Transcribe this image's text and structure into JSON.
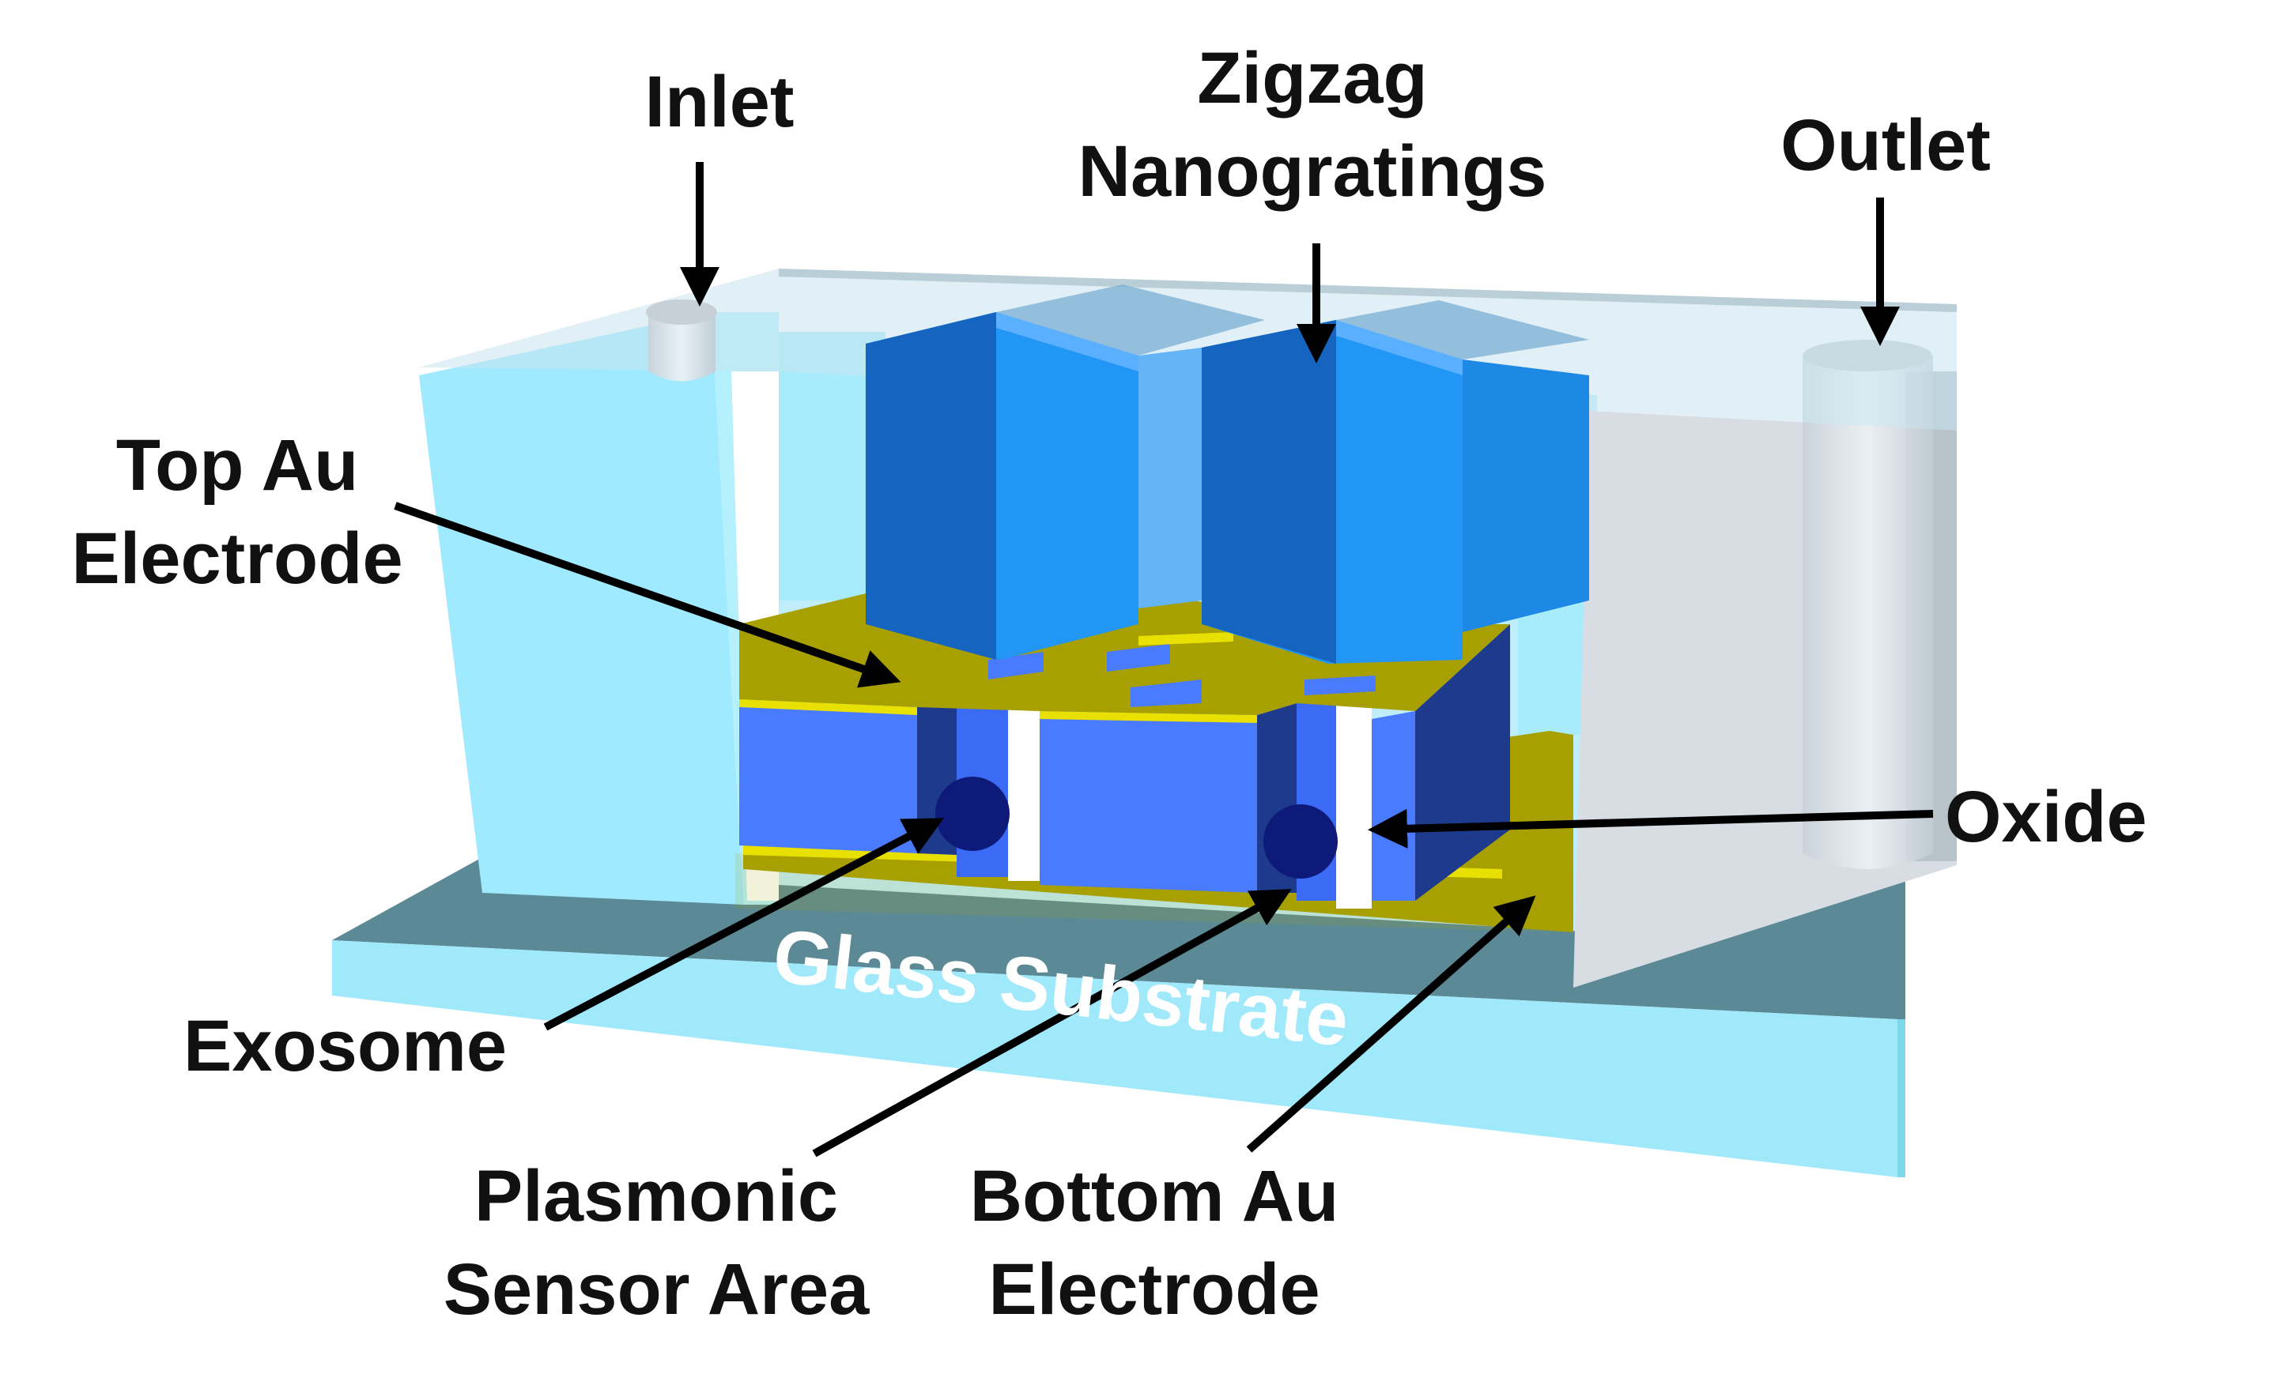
{
  "labels": {
    "inlet": "Inlet",
    "zigzag_line1": "Zigzag",
    "zigzag_line2": "Nanogratings",
    "outlet": "Outlet",
    "top_au_line1": "Top Au",
    "top_au_line2": "Electrode",
    "oxide": "Oxide",
    "exosome": "Exosome",
    "plasmonic_line1": "Plasmonic",
    "plasmonic_line2": "Sensor Area",
    "bottom_au_line1": "Bottom Au",
    "bottom_au_line2": "Electrode",
    "glass_substrate": "Glass Substrate"
  },
  "colors": {
    "glass_top": "#5b8a96",
    "glass_side": "#9fe9fb",
    "chamber_light": "#a8ecfb",
    "housing_grey": "#d7dde2",
    "gold": "#a7a000",
    "gold_edge": "#e8e000",
    "oxide_blue": "#4a7bff",
    "oxide_dark": "#1e3a8c",
    "nanograting_blue": "#2196f5",
    "nanograting_dark": "#1565c0",
    "exosome": "#0d1a7a",
    "arrow": "#000000"
  }
}
